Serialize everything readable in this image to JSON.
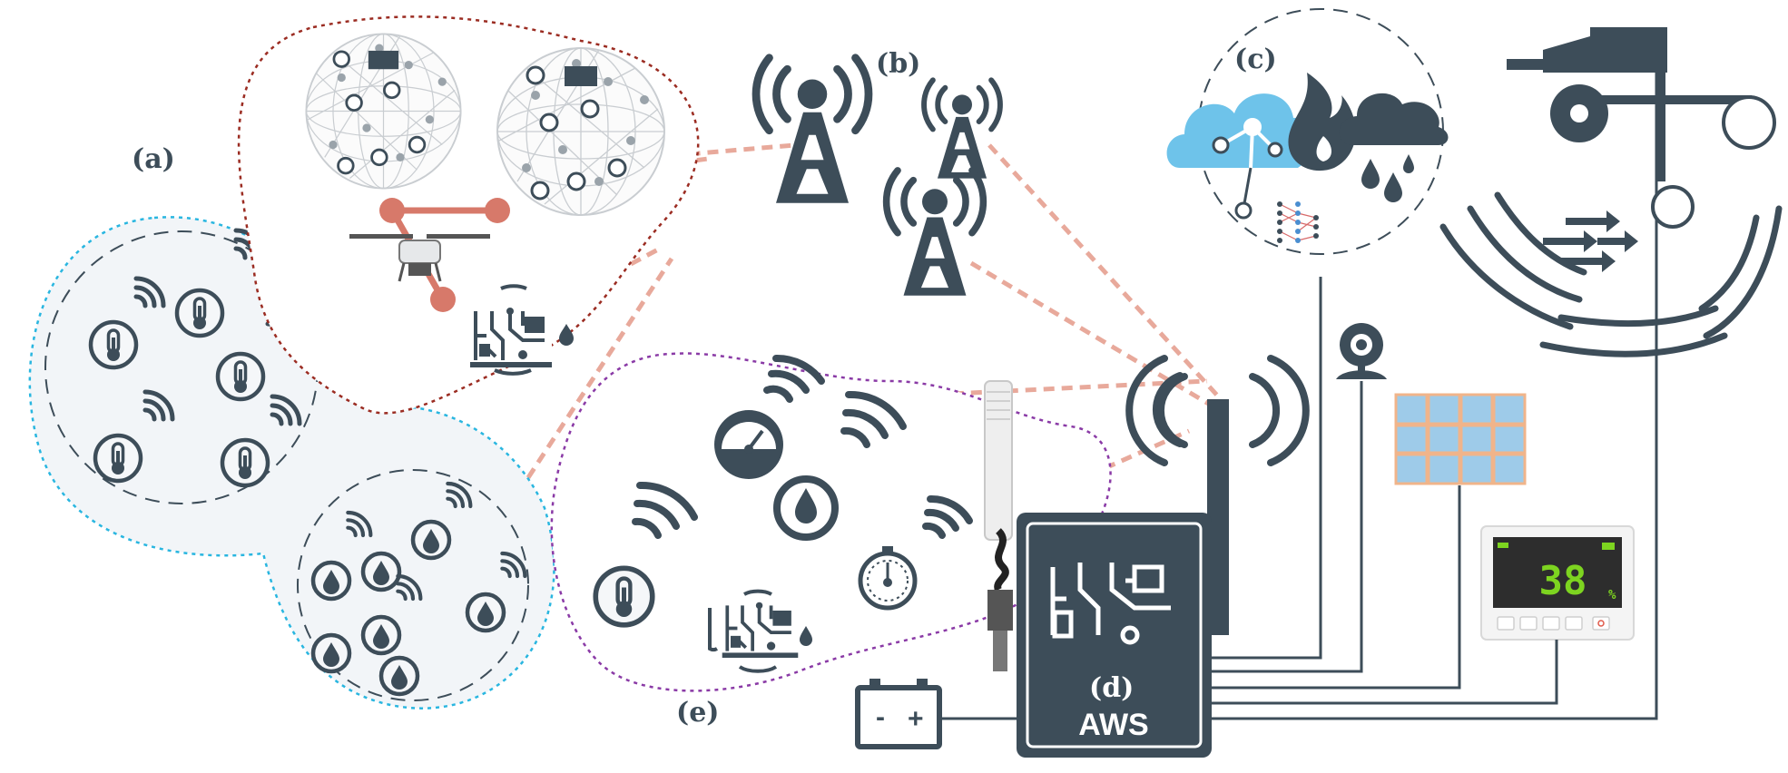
{
  "labels": {
    "a": "(a)",
    "b": "(b)",
    "c": "(c)",
    "d": "(d)",
    "d_sub": "AWS",
    "e": "(e)"
  },
  "display": {
    "value": "38",
    "unit": "%"
  },
  "battery": {
    "minus": "-",
    "plus": "+"
  },
  "colors": {
    "dark": "#3d4d59",
    "link": "#e8a99b",
    "cyan_zone": "#29b6e0",
    "red_zone": "#9b2c22",
    "purple_zone": "#8a3aa6",
    "zone_fill": "#f2f5f8",
    "cloud": "#6ec3ea",
    "lcd_text": "#7dd420"
  },
  "icons": [
    "thermometer-icon",
    "droplet-icon",
    "gauge-icon",
    "stopwatch-icon",
    "wifi-icon",
    "radio-tower-icon",
    "antenna-icon",
    "drone-icon",
    "mesh-sphere-icon",
    "circuit-board-icon",
    "cloud-icon",
    "fire-icon",
    "rain-cloud-icon",
    "neural-network-icon",
    "webcam-icon",
    "solar-panel-icon",
    "humidity-display-icon",
    "anemometer-icon",
    "wind-vane-icon",
    "wind-arrows-icon",
    "battery-icon",
    "soil-probe-icon"
  ]
}
